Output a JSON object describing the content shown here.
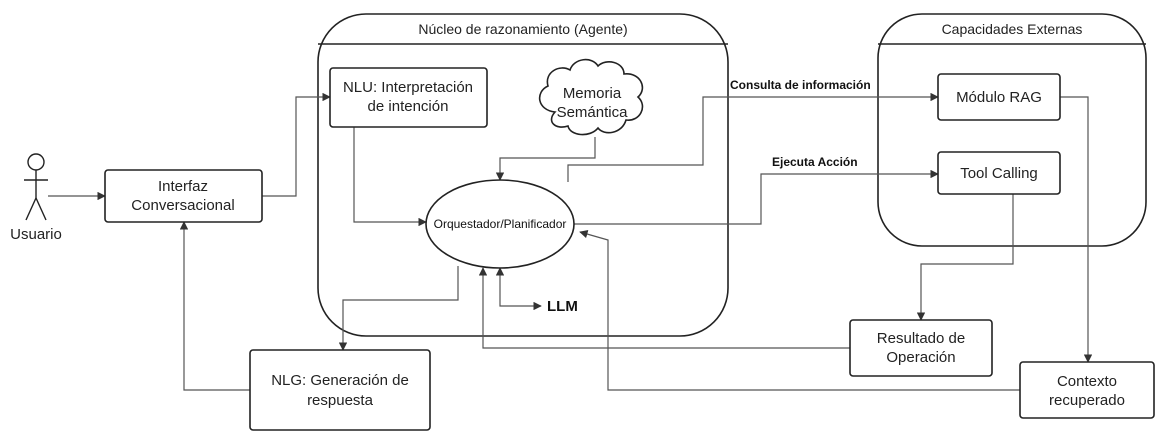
{
  "containers": {
    "core_title": "Núcleo de razonamiento (Agente)",
    "external_title": "Capacidades Externas"
  },
  "actor": {
    "label": "Usuario"
  },
  "nodes": {
    "interfaz": [
      "Interfaz",
      "Conversacional"
    ],
    "nlu": [
      "NLU: Interpretación",
      "de intención"
    ],
    "memoria": [
      "Memoria",
      "Semántica"
    ],
    "orquestador": "Orquestador/Planificador",
    "rag": "Módulo RAG",
    "tool": "Tool Calling",
    "resultado": [
      "Resultado de",
      "Operación"
    ],
    "contexto": [
      "Contexto",
      "recuperado"
    ],
    "nlg": [
      "NLG: Generación de",
      "respuesta"
    ],
    "llm": "LLM"
  },
  "edges": {
    "consulta": "Consulta de información",
    "ejecuta": "Ejecuta Acción"
  },
  "colors": {
    "stroke": "#222222",
    "edge": "#555555",
    "background": "#ffffff"
  }
}
